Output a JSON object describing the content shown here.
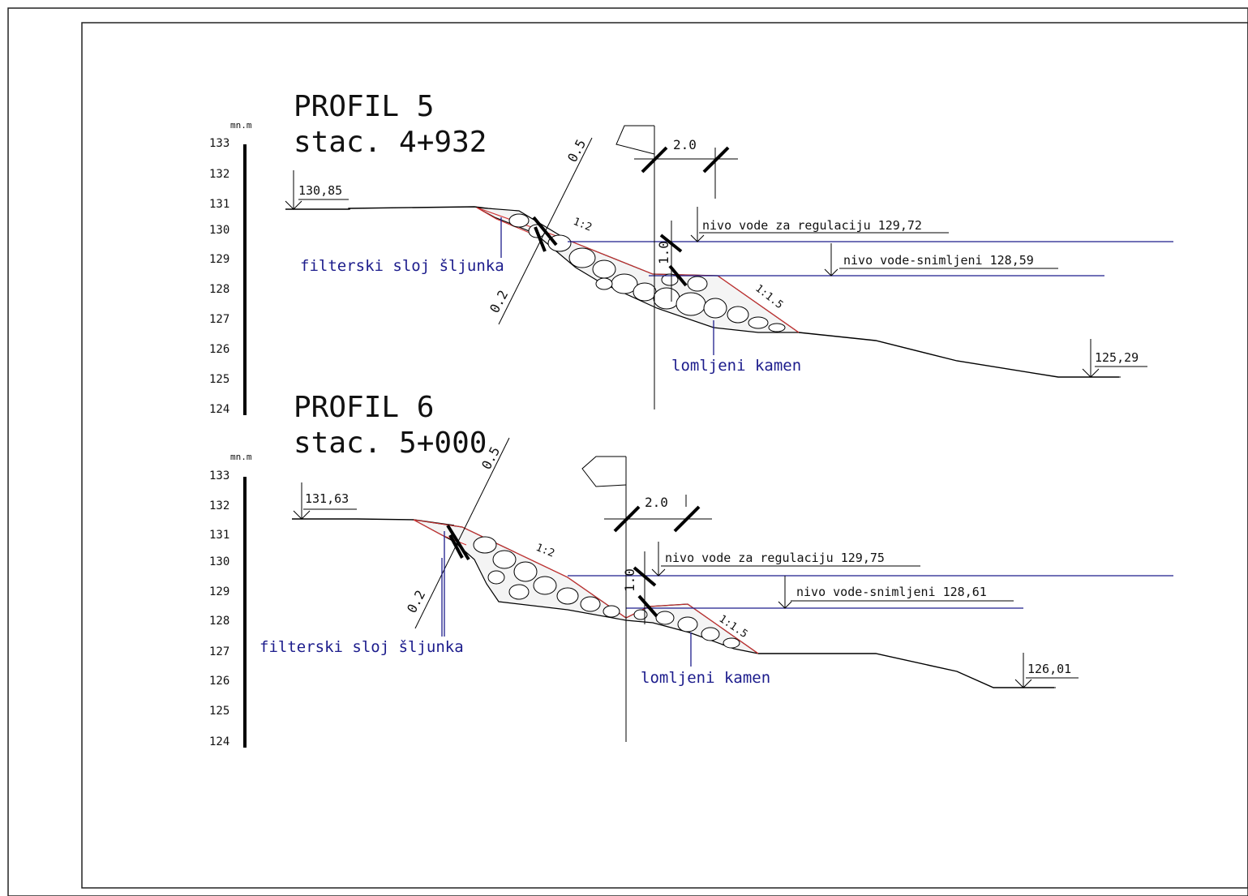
{
  "drawing": {
    "axis_unit": "mn.m",
    "axis_ticks": [
      "133",
      "132",
      "131",
      "130",
      "129",
      "128",
      "127",
      "126",
      "125",
      "124"
    ]
  },
  "profile5": {
    "title": "PROFIL 5",
    "station": "stac. 4+932",
    "left_elevation": "130,85",
    "right_elevation": "125,29",
    "water_regulation": "nivo vode za regulaciju 129,72",
    "water_recorded": "nivo vode-snimljeni 128,59",
    "filter_label": "filterski sloj šljunka",
    "stone_label": "lomljeni kamen",
    "dim_width": "2.0",
    "dim_top": "0.5",
    "dim_bottom": "0.2",
    "dim_depth": "1.0",
    "slope_upper": "1:2",
    "slope_lower": "1:1.5"
  },
  "profile6": {
    "title": "PROFIL 6",
    "station": "stac. 5+000",
    "left_elevation": "131,63",
    "right_elevation": "126,01",
    "water_regulation": "nivo vode za regulaciju 129,75",
    "water_recorded": "nivo vode-snimljeni 128,61",
    "filter_label": "filterski sloj šljunka",
    "stone_label": "lomljeni kamen",
    "dim_width": "2.0",
    "dim_top": "0.5",
    "dim_bottom": "0.2",
    "dim_depth": "1.0",
    "slope_upper": "1:2",
    "slope_lower": "1:1.5"
  },
  "colors": {
    "water_line": "#1c1c8c",
    "blue_text": "#1c1c8c",
    "revetment_outline": "#d23030",
    "ink": "#000000"
  }
}
